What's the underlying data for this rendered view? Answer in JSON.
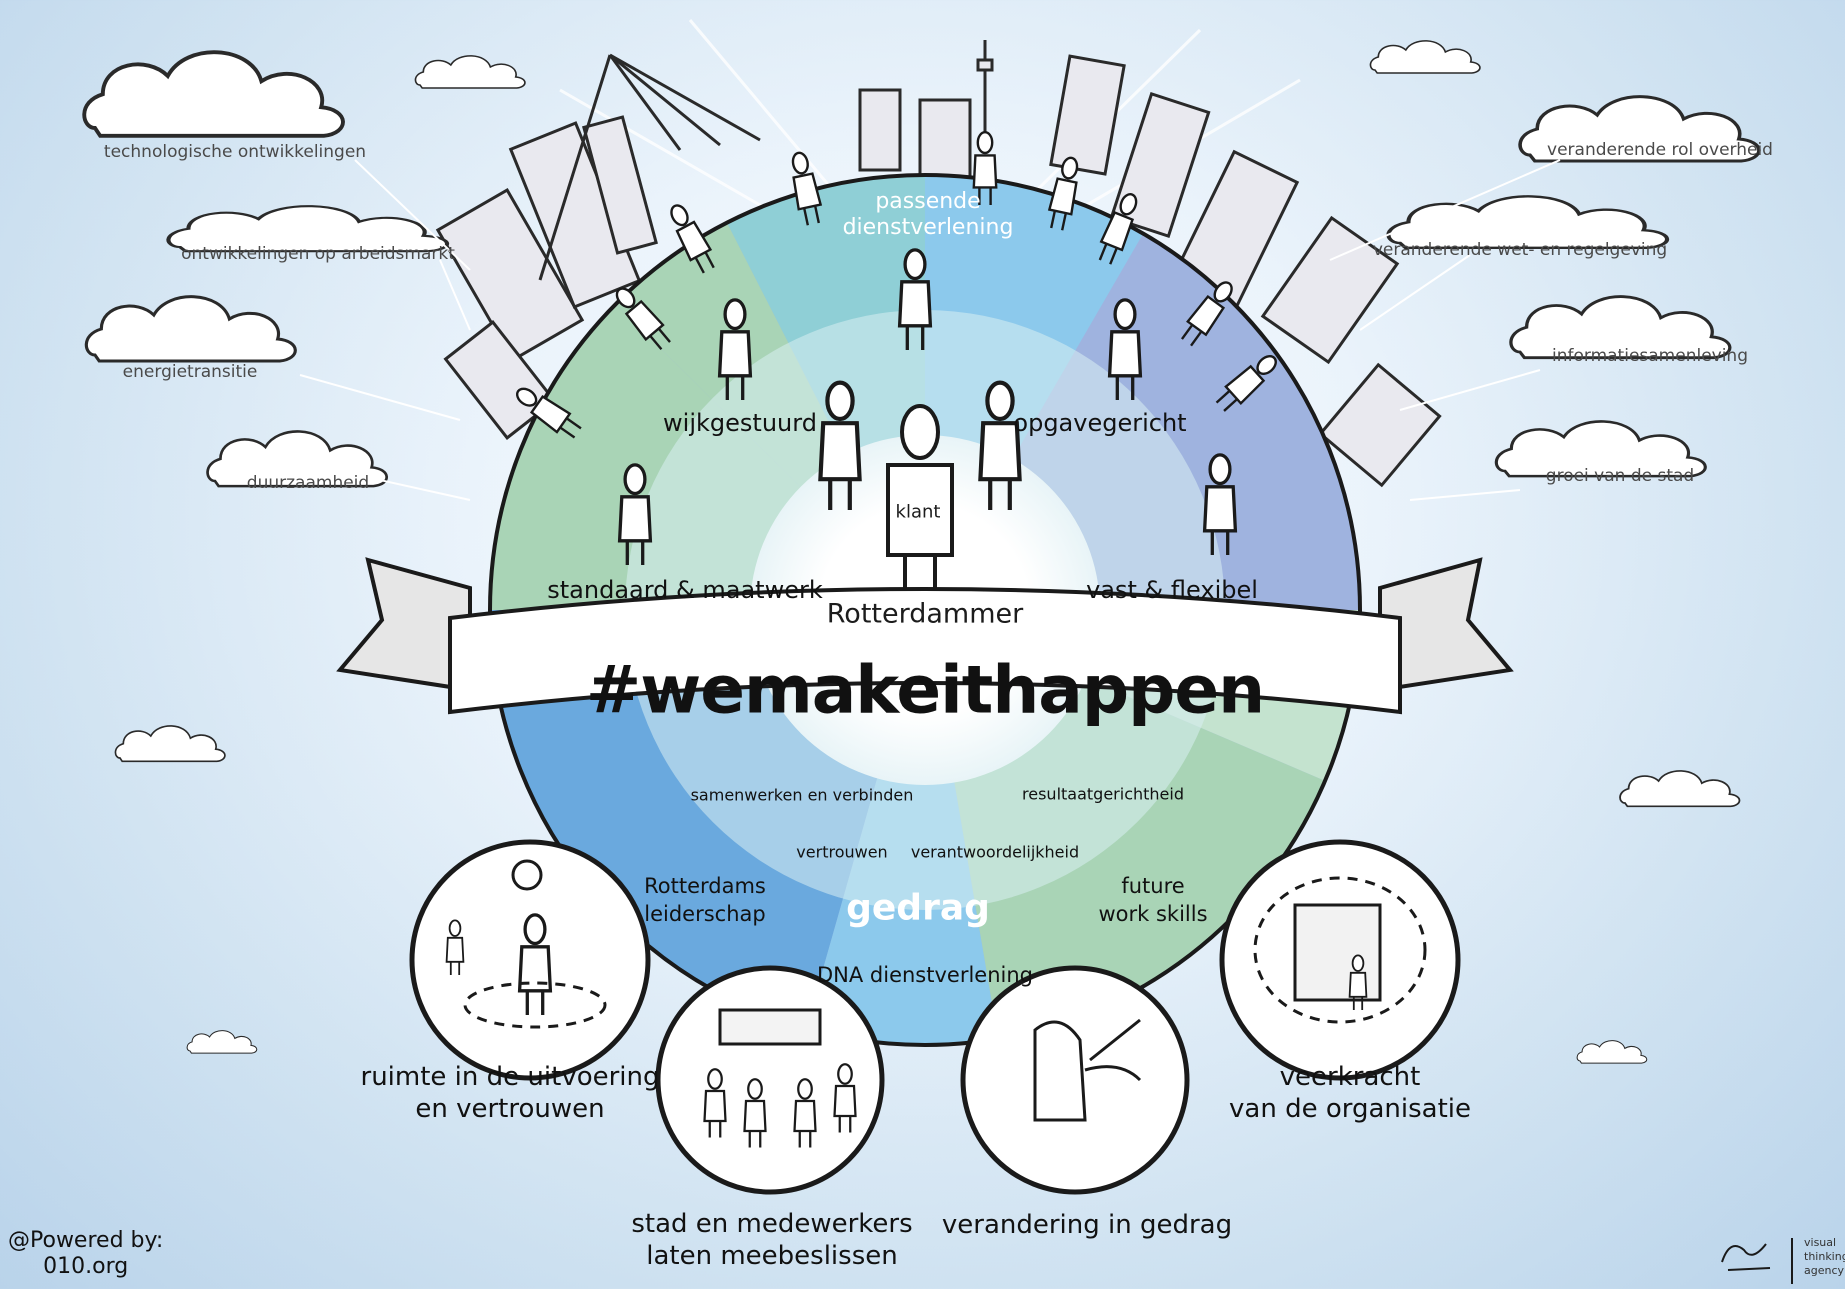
{
  "hashtag": "#wemakeithappen",
  "center": {
    "label": "Rotterdammer",
    "klant": "klant"
  },
  "upper_wedges": {
    "top": "passende\ndienstverlening",
    "left": "wijkgestuurd",
    "right": "opgavegericht",
    "lower_left": "standaard & maatwerk",
    "lower_right": "vast & flexibel"
  },
  "lower_wedges": {
    "samenwerken": "samenwerken en verbinden",
    "resultaat": "resultaatgerichtheid",
    "vertrouwen": "vertrouwen",
    "verantwoordelijkheid": "verantwoordelijkheid",
    "leiderschap": "Rotterdams\nleiderschap",
    "future": "future\nwork skills",
    "gedrag": "gedrag",
    "dna": "DNA dienstverlening"
  },
  "clouds_left": [
    "technologische ontwikkelingen",
    "ontwikkelingen op arbeidsmarkt",
    "energietransitie",
    "duurzaamheid"
  ],
  "clouds_right": [
    "veranderende rol overheid",
    "veranderende wet- en regelgeving",
    "informatiesamenleving",
    "groei van de stad"
  ],
  "circles": [
    "ruimte in de uitvoering\nen vertrouwen",
    "stad en medewerkers\nlaten meebeslissen",
    "verandering in gedrag",
    "veerkracht\nvan de organisatie"
  ],
  "footer": {
    "powered": "@Powered by:\n010.org",
    "agency": "visual\nthinking\nagency"
  },
  "colors": {
    "sky": "#cfe2f1",
    "green": "#a9d4b6",
    "teal": "#8fcfd6",
    "sky_blue": "#8cc9ec",
    "blue": "#6aa9de",
    "periwinkle": "#9fb3df",
    "ink": "#1a1a1a"
  }
}
